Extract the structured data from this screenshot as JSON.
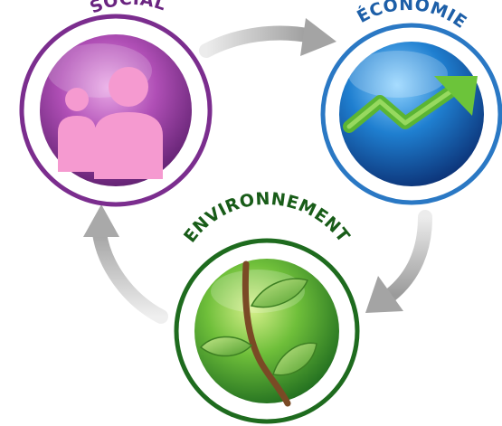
{
  "diagram": {
    "nodes": {
      "social": {
        "label": "SOCIAL",
        "icon": "people-icon",
        "color": "#7b2d8e"
      },
      "economie": {
        "label": "ÉCONOMIE",
        "icon": "growth-arrow-icon",
        "color": "#2a78c4"
      },
      "environnement": {
        "label": "ENVIRONNEMENT",
        "icon": "plant-icon",
        "color": "#1e6b1e"
      }
    },
    "arrow_color": "#b9b9b9"
  }
}
